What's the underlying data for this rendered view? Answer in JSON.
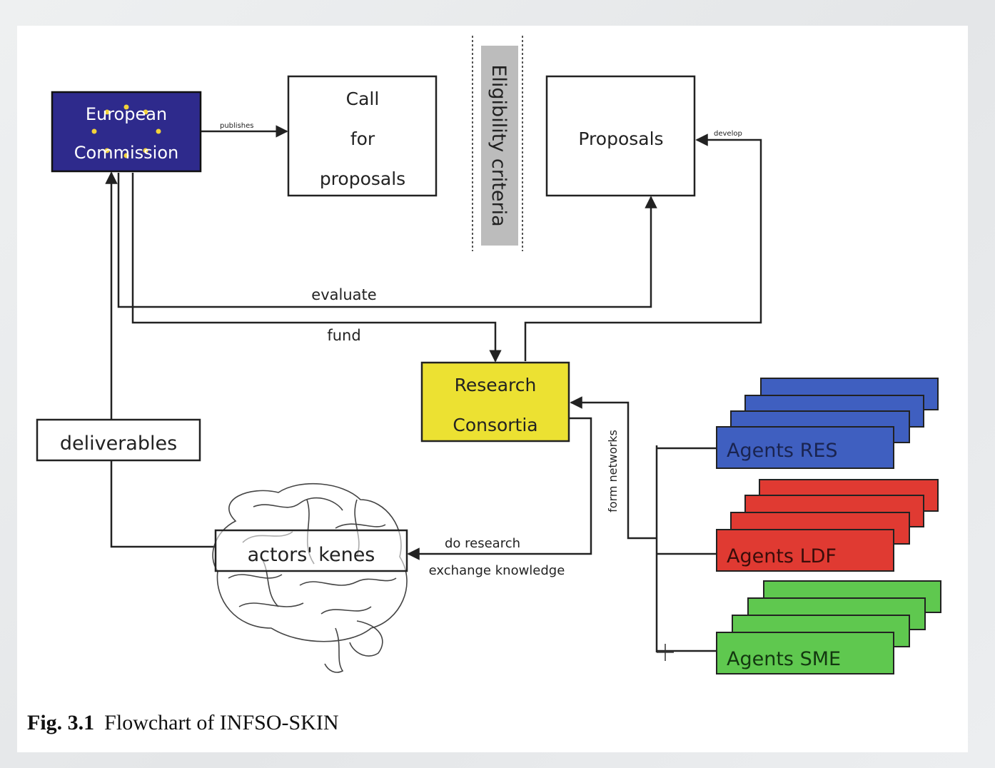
{
  "nodes": {
    "european_commission": {
      "line1": "European",
      "line2": "Commission",
      "color": "#2e2a8c"
    },
    "call_for_proposals": {
      "line1": "Call",
      "line2": "for",
      "line3": "proposals"
    },
    "eligibility_criteria": "Eligibility criteria",
    "proposals": "Proposals",
    "research_consortia": {
      "line1": "Research",
      "line2": "Consortia",
      "color": "#ece132"
    },
    "deliverables": "deliverables",
    "actors_kenes": "actors' kenes",
    "agents_res": {
      "label": "Agents RES",
      "color": "#3f5fc0"
    },
    "agents_ldf": {
      "label": "Agents LDF",
      "color": "#e03a32"
    },
    "agents_sme": {
      "label": "Agents SME",
      "color": "#5fc84f"
    }
  },
  "edges": {
    "publishes": "publishes",
    "develop": "develop",
    "evaluate": "evaluate",
    "fund": "fund",
    "form_networks": "form networks",
    "do_research": "do research",
    "exchange_knowledge": "exchange knowledge"
  },
  "caption": {
    "figure_number": "Fig. 3.1",
    "text": "Flowchart of INFSO-SKIN"
  }
}
